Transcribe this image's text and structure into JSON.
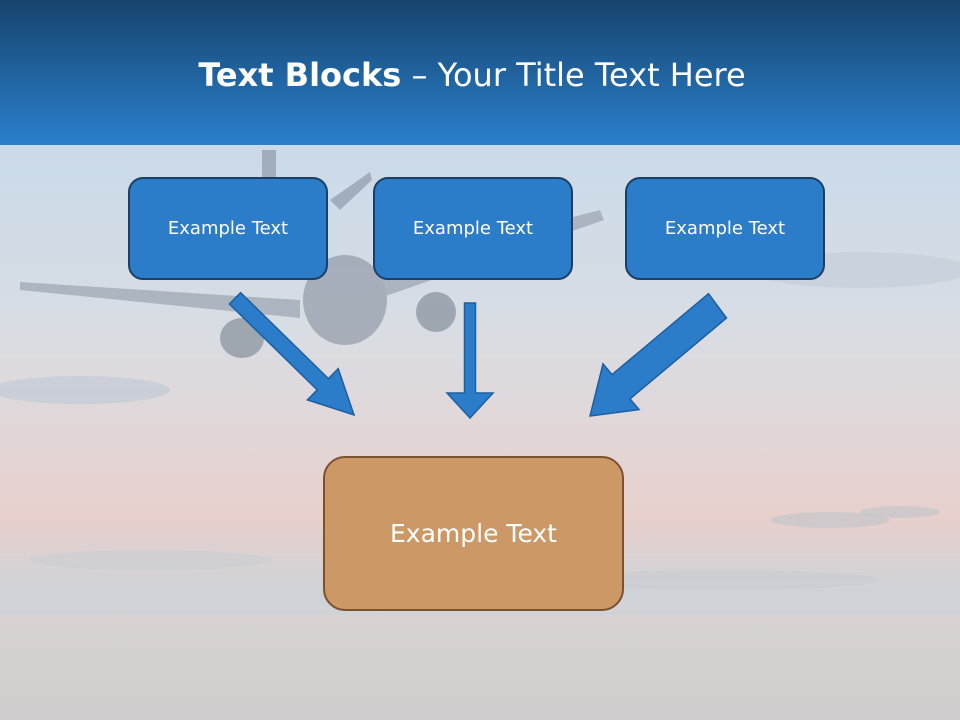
{
  "header": {
    "title_bold": "Text Blocks",
    "title_rest": " – Your Title Text Here"
  },
  "boxes": {
    "top_left": "Example Text",
    "top_center": "Example Text",
    "top_right": "Example Text",
    "bottom": "Example Text"
  },
  "colors": {
    "header": "#1f5f99",
    "box_blue": "#2b7dc9",
    "box_brown": "#cc9866",
    "arrow": "#2b7dc9"
  }
}
